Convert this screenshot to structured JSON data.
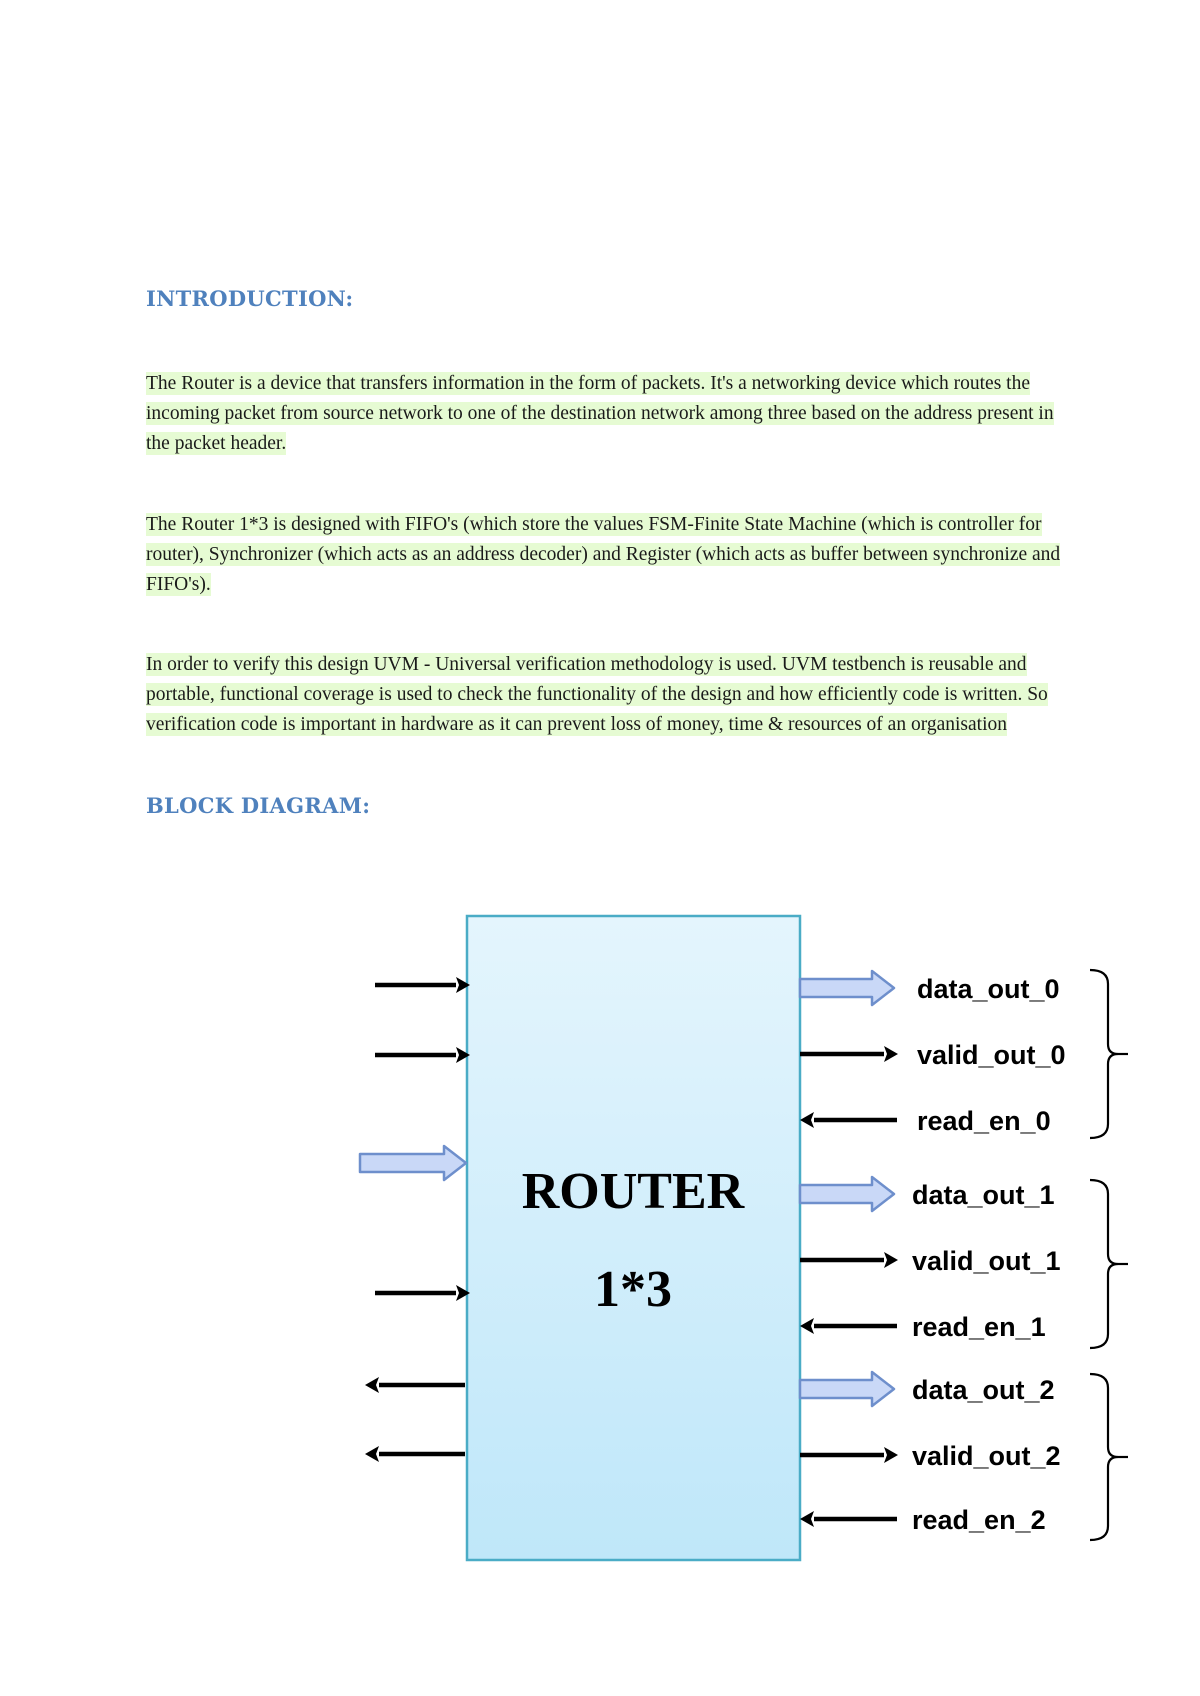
{
  "intro": {
    "heading": "INTRODUCTION:",
    "paragraphs": [
      "The Router is a device that transfers information in the form of packets. It's a networking device which routes the incoming packet from source network to one of the destination network among three based on the address present in the packet header.",
      "The Router 1*3 is designed with FIFO's (which store the values FSM-Finite State Machine (which is controller for router), Synchronizer (which acts as an address decoder) and Register (which acts as buffer between synchronize and FIFO's).",
      "In order to verify this design UVM - Universal verification methodology is used. UVM testbench is reusable and portable, functional coverage is used to check the functionality of the design and how efficiently code is written. So verification code is important in hardware as it can prevent loss of money, time & resources of an organisation"
    ]
  },
  "block_diagram": {
    "heading": "BLOCK DIAGRAM:",
    "block_title": "ROUTER",
    "block_subtitle": "1*3",
    "colors": {
      "block_fill_top": "#e4f5fd",
      "block_fill_bottom": "#bfe7f9",
      "block_border": "#4aacc6",
      "bus_arrow_fill": "#c9d8f7",
      "bus_arrow_stroke": "#6e8fcc",
      "heading": "#4f81bd",
      "highlight": "#e6fbd3"
    },
    "outputs": [
      {
        "label": "data_out_0",
        "kind": "bus",
        "direction": "out"
      },
      {
        "label": "valid_out_0",
        "kind": "signal",
        "direction": "out"
      },
      {
        "label": "read_en_0",
        "kind": "signal",
        "direction": "in"
      },
      {
        "label": "data_out_1",
        "kind": "bus",
        "direction": "out"
      },
      {
        "label": "valid_out_1",
        "kind": "signal",
        "direction": "out"
      },
      {
        "label": "read_en_1",
        "kind": "signal",
        "direction": "in"
      },
      {
        "label": "data_out_2",
        "kind": "bus",
        "direction": "out"
      },
      {
        "label": "valid_out_2",
        "kind": "signal",
        "direction": "out"
      },
      {
        "label": "read_en_2",
        "kind": "signal",
        "direction": "in"
      }
    ],
    "inputs": [
      {
        "kind": "signal",
        "direction": "in"
      },
      {
        "kind": "signal",
        "direction": "in"
      },
      {
        "kind": "bus",
        "direction": "in"
      },
      {
        "kind": "signal",
        "direction": "in"
      },
      {
        "kind": "signal",
        "direction": "out"
      },
      {
        "kind": "signal",
        "direction": "out"
      }
    ]
  }
}
